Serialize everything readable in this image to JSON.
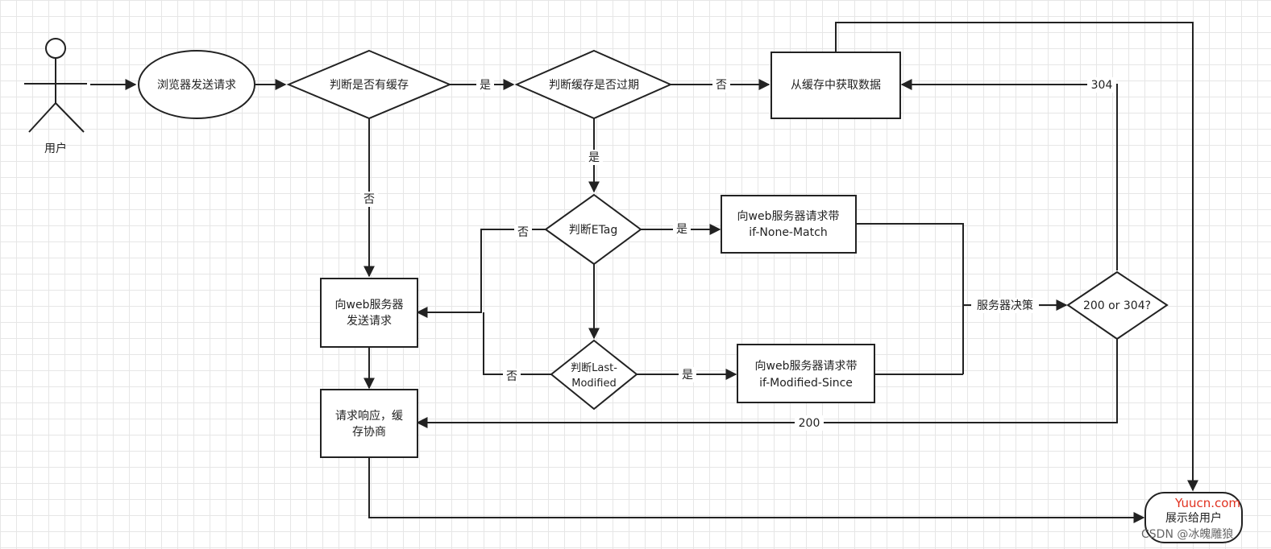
{
  "actor": {
    "label": "用户"
  },
  "nodes": {
    "browser_send": "浏览器发送请求",
    "has_cache": "判断是否有缓存",
    "cache_expired": "判断缓存是否过期",
    "get_from_cache": "从缓存中获取数据",
    "check_etag": "判断ETag",
    "req_if_none_match": [
      "向web服务器请求带",
      "if-None-Match"
    ],
    "send_to_server": [
      "向web服务器",
      "发送请求"
    ],
    "check_last_modified": [
      "判断Last-",
      "Modified"
    ],
    "req_if_modified_since": [
      "向web服务器请求带",
      "if-Modified-Since"
    ],
    "response_cache": [
      "请求响应，缓",
      "存协商"
    ],
    "status_check": "200 or 304?",
    "show_user": "展示给用户"
  },
  "edge_labels": {
    "yes1": "是",
    "no1": "否",
    "no2": "否",
    "yes2": "是",
    "yes_etag": "是",
    "no_etag": "否",
    "no_lastmod": "否",
    "yes_lastmod": "是",
    "server_decision": "服务器决策",
    "code_304": "304",
    "code_200": "200"
  },
  "watermark": {
    "site": "Yuucn.com",
    "author": "CSDN @冰魄雕狼"
  },
  "colors": {
    "stroke": "#222222",
    "grid": "#e6e6e6",
    "watermark_red": "#e0301e"
  }
}
